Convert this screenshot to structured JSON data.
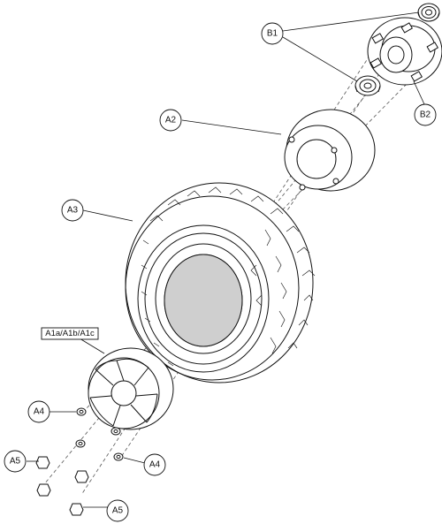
{
  "diagram": {
    "callouts": {
      "b1": "B1",
      "b2": "B2",
      "a2": "A2",
      "a3": "A3",
      "a1": "A1a/A1b/A1c",
      "a4_left": "A4",
      "a4_right": "A4",
      "a5_left": "A5",
      "a5_bottom": "A5"
    }
  }
}
